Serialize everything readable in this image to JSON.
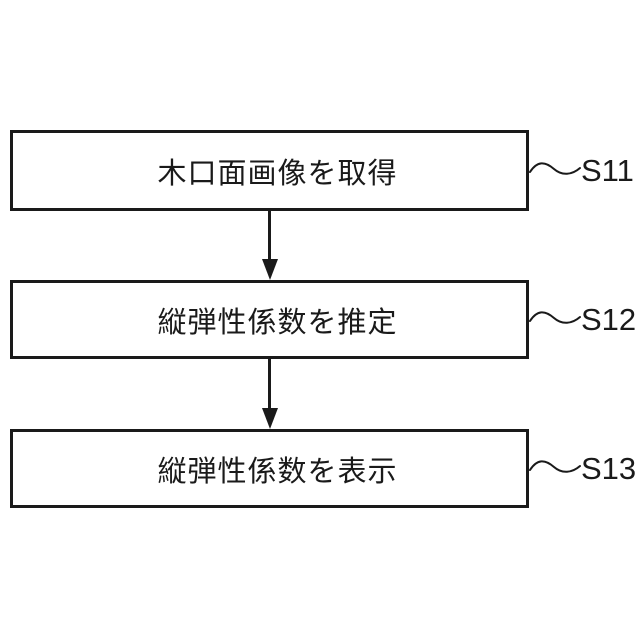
{
  "figure": {
    "type": "flowchart",
    "background_color": "#ffffff",
    "line_color": "#1a1a1a",
    "steps": [
      {
        "id": "S11",
        "label": "木口面画像を取得"
      },
      {
        "id": "S12",
        "label": "縦弾性係数を推定"
      },
      {
        "id": "S13",
        "label": "縦弾性係数を表示"
      }
    ]
  }
}
